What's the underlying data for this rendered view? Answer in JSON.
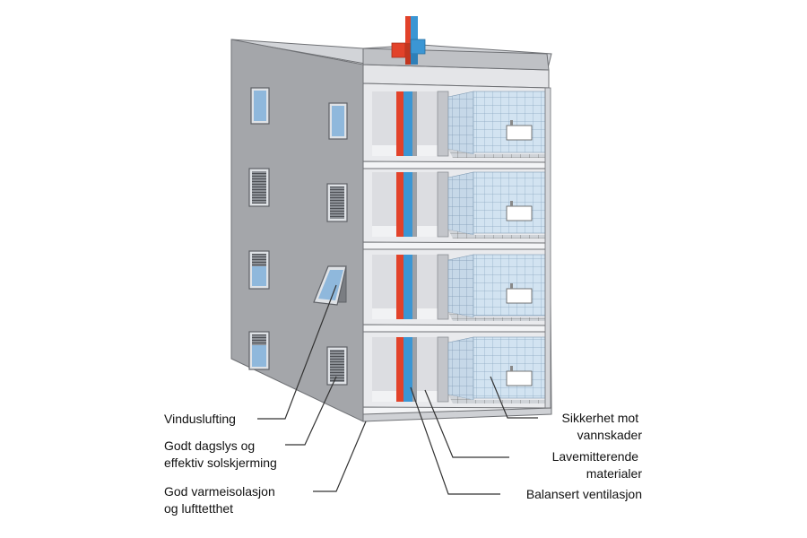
{
  "labels": {
    "left": [
      {
        "lines": [
          "Vinduslufting"
        ]
      },
      {
        "lines": [
          "Godt dagslys og",
          "effektiv solskjerming"
        ]
      },
      {
        "lines": [
          "God varmeisolasjon",
          "og lufttetthet"
        ]
      }
    ],
    "right": [
      {
        "lines": [
          "Sikkerhet mot",
          "vannskader"
        ]
      },
      {
        "lines": [
          "Lavemitterende",
          "materialer"
        ]
      },
      {
        "lines": [
          "Balansert ventilasjon"
        ]
      }
    ]
  },
  "colors": {
    "facade": "#a4a6aa",
    "facade_edge": "#6f7175",
    "window_glass": "#8fb8dc",
    "wall_cut": "#e9eaed",
    "floor": "#dcdde1",
    "inner_wall": "#c3c5ca",
    "tile": "#d2e3f1",
    "tile_line": "#8aa6c0",
    "duct_red": "#e2422a",
    "duct_blue": "#3b96d4",
    "leader": "#333333"
  },
  "icons": {
    "cowl": "ventilation-cowl-icon",
    "sink": "washbasin-icon"
  }
}
